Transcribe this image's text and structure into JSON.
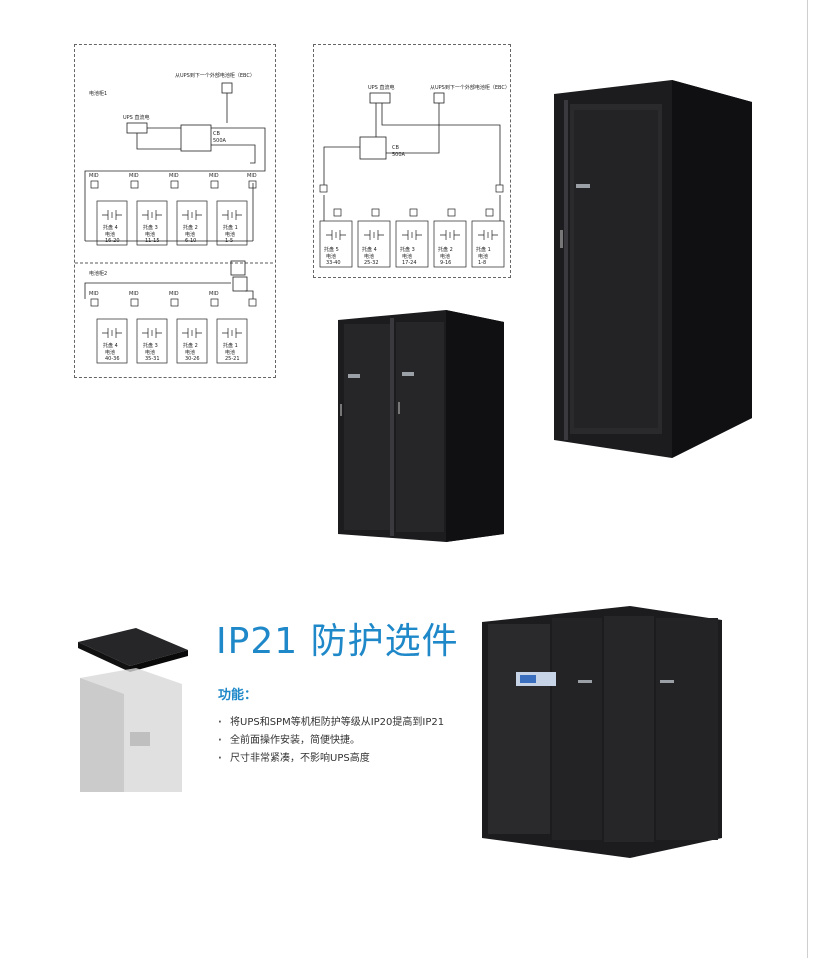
{
  "diagram_left": {
    "ebc_label": "从UPS到下一个外部电池柜（EBC）",
    "cabinet1_label": "电池柜1",
    "cabinet2_label": "电池柜2",
    "ups_dc_label": "UPS 直流电",
    "cb_label": "CB",
    "cb_rating": "500A",
    "mid_label": "MID",
    "trays_row1": [
      {
        "name": "托盘 4",
        "sub": "电池",
        "range": "16-20"
      },
      {
        "name": "托盘 3",
        "sub": "电池",
        "range": "11-15"
      },
      {
        "name": "托盘 2",
        "sub": "电池",
        "range": "6-10"
      },
      {
        "name": "托盘 1",
        "sub": "电池",
        "range": "1-5"
      }
    ],
    "trays_row2": [
      {
        "name": "托盘 4",
        "sub": "电池",
        "range": "40-36"
      },
      {
        "name": "托盘 3",
        "sub": "电池",
        "range": "35-31"
      },
      {
        "name": "托盘 2",
        "sub": "电池",
        "range": "30-26"
      },
      {
        "name": "托盘 1",
        "sub": "电池",
        "range": "25-21"
      }
    ]
  },
  "diagram_right": {
    "ups_dc_label": "UPS 直流电",
    "ebc_label": "从UPS到下一个外部电池柜（EBC）",
    "cb_label": "CB",
    "cb_rating": "500A",
    "trays": [
      {
        "name": "托盘 5",
        "sub": "电池",
        "range": "33-40"
      },
      {
        "name": "托盘 4",
        "sub": "电池",
        "range": "25-32"
      },
      {
        "name": "托盘 3",
        "sub": "电池",
        "range": "17-24"
      },
      {
        "name": "托盘 2",
        "sub": "电池",
        "range": "9-16"
      },
      {
        "name": "托盘 1",
        "sub": "电池",
        "range": "1-8"
      }
    ]
  },
  "section": {
    "title": "IP21 防护选件",
    "subhead": "功能：",
    "bullets": [
      "将UPS和SPM等机柜防护等级从IP20提高到IP21",
      "全前面操作安装，简便快捷。",
      "尺寸非常紧凑，不影响UPS高度"
    ]
  },
  "colors": {
    "accent": "#1f88c9",
    "cabinet": "#1b1b1d"
  }
}
